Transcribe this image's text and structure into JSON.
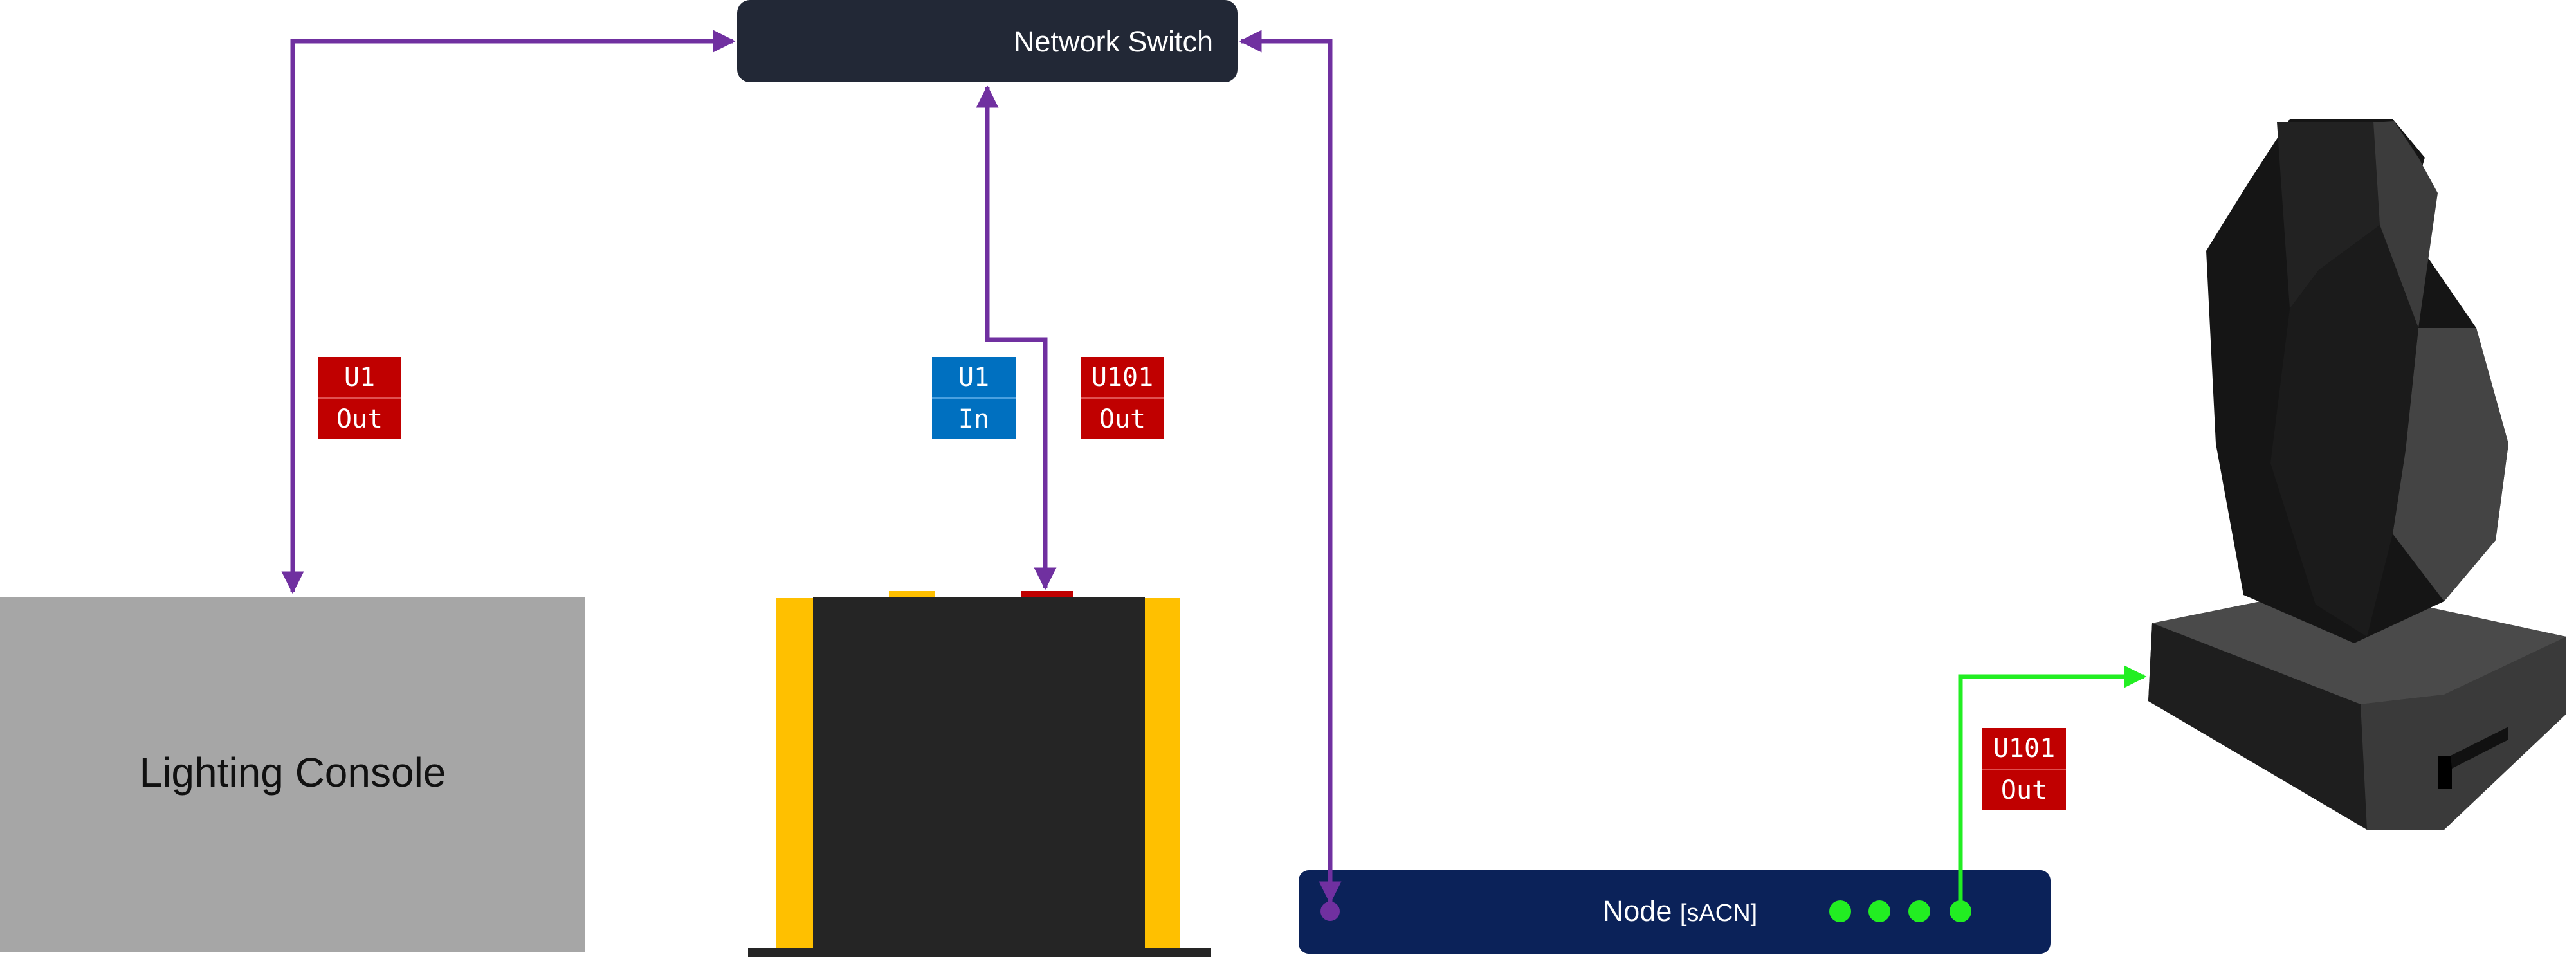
{
  "nodes": {
    "switch": {
      "label": "Network Switch"
    },
    "console": {
      "label": "Lighting Console"
    },
    "node": {
      "label": "Node ",
      "protocol": "[sACN]"
    }
  },
  "tags": {
    "console_out": {
      "line1": "U1",
      "line2": "Out"
    },
    "device_in": {
      "line1": "U1",
      "line2": "In"
    },
    "device_out": {
      "line1": "U101",
      "line2": "Out"
    },
    "node_out": {
      "line1": "U101",
      "line2": "Out"
    }
  },
  "colors": {
    "network_link": "#7030a0",
    "dmx_link": "#22ee22",
    "out_tag": "#c00000",
    "in_tag": "#0070c0",
    "switch_fill": "#222836",
    "node_fill": "#0b2259",
    "console_fill": "#a6a6a6",
    "processor_frame": "#ffc000",
    "processor_body": "#252525"
  },
  "icons": [
    "moving-head-fixture-icon",
    "dmx-processor-icon",
    "status-led-icon"
  ]
}
